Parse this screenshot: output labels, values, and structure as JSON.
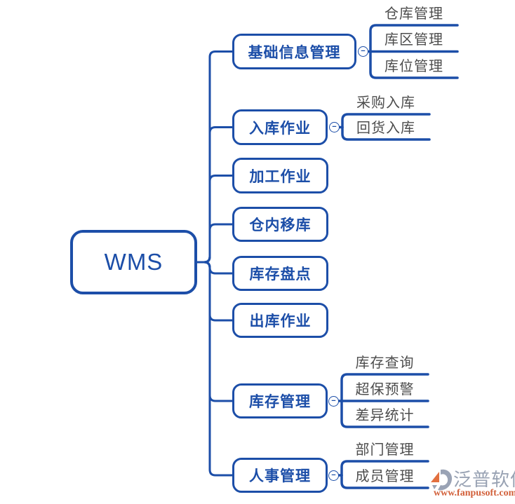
{
  "diagram": {
    "root": {
      "label": "WMS"
    },
    "branches": [
      {
        "label": "基础信息管理",
        "children": [
          "仓库管理",
          "库区管理",
          "库位管理"
        ]
      },
      {
        "label": "入库作业",
        "children": [
          "采购入库",
          "回货入库"
        ]
      },
      {
        "label": "加工作业",
        "children": []
      },
      {
        "label": "仓内移库",
        "children": []
      },
      {
        "label": "库存盘点",
        "children": []
      },
      {
        "label": "出库作业",
        "children": []
      },
      {
        "label": "库存管理",
        "children": [
          "库存查询",
          "超保预警",
          "差异统计"
        ]
      },
      {
        "label": "人事管理",
        "children": [
          "部门管理",
          "成员管理"
        ]
      }
    ],
    "collapse_glyph": "−"
  },
  "watermark": {
    "brand": "泛普软件",
    "url": "www.fanpusoft.com"
  },
  "colors": {
    "line": "#1c4ea8",
    "node_text": "#1c4ea8",
    "child_text": "#4d4d4d",
    "brand_text": "#98a2b3",
    "url_text": "#d2603a",
    "logo_orange": "#e2703f",
    "logo_gray": "#9aa3b5"
  }
}
